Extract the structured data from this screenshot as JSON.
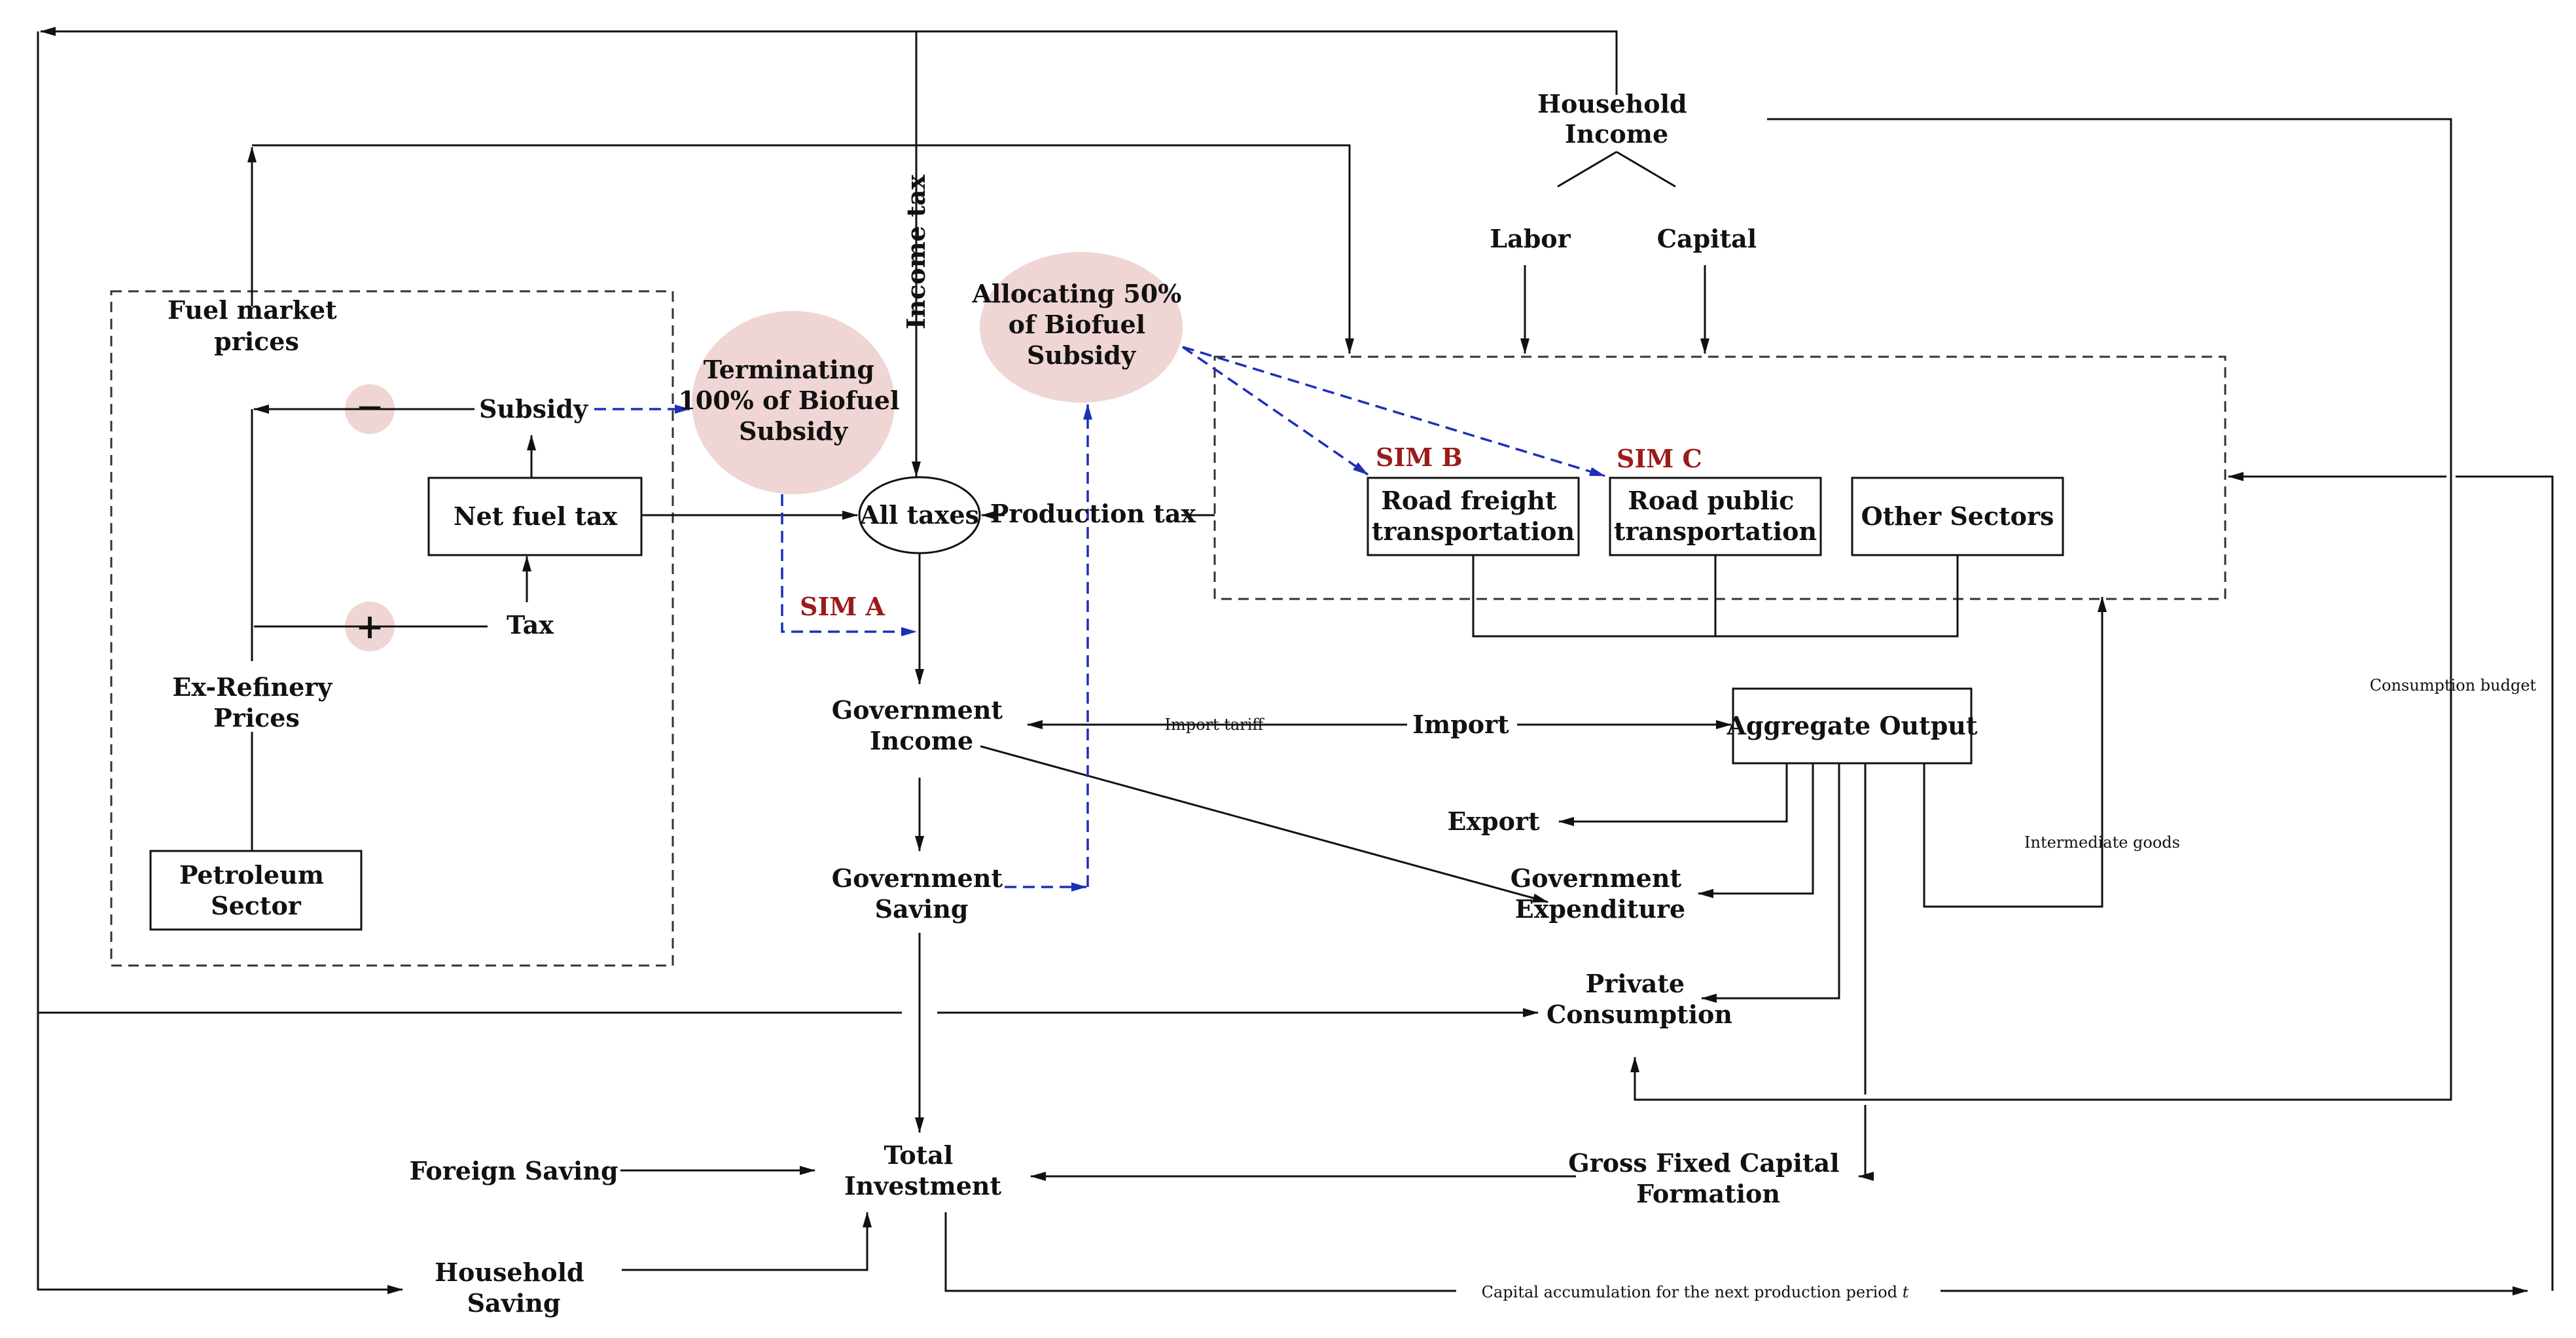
{
  "labels": {
    "household_income": [
      "Household",
      "Income"
    ],
    "labor": "Labor",
    "capital": "Capital",
    "fuel_market_prices": [
      "Fuel market",
      "prices"
    ],
    "subsidy": "Subsidy",
    "net_fuel_tax": "Net fuel tax",
    "tax": "Tax",
    "ex_refinery_prices": [
      "Ex-Refinery",
      "Prices"
    ],
    "petroleum_sector": [
      "Petroleum",
      "Sector"
    ],
    "income_tax": "Income tax",
    "terminating": [
      "Terminating",
      "100% of Biofuel",
      "Subsidy"
    ],
    "allocating": [
      "Allocating 50%",
      "of Biofuel",
      "Subsidy"
    ],
    "all_taxes": "All taxes",
    "production_tax": "Production tax",
    "sim_a": "SIM A",
    "sim_b": "SIM B",
    "sim_c": "SIM C",
    "road_freight": [
      "Road freight",
      "transportation"
    ],
    "road_public": [
      "Road public",
      "transportation"
    ],
    "other_sectors": "Other Sectors",
    "government_income": [
      "Government",
      "Income"
    ],
    "import_tariff": "Import tariff",
    "import": "Import",
    "aggregate_output": "Aggregate Output",
    "export": "Export",
    "government_expenditure": [
      "Government",
      "Expenditure"
    ],
    "government_saving": [
      "Government",
      "Saving"
    ],
    "private_consumption": [
      "Private",
      "Consumption"
    ],
    "intermediate_goods": "Intermediate goods",
    "consumption_budget": "Consumption budget",
    "total_investment": [
      "Total",
      "Investment"
    ],
    "foreign_saving": "Foreign Saving",
    "gross_fixed_capital": [
      "Gross Fixed Capital",
      "Formation"
    ],
    "household_saving": [
      "Household",
      "Saving"
    ],
    "capital_accumulation": "Capital accumulation for the next production period",
    "capital_accumulation_t": "t",
    "minus_sign": "−",
    "plus_sign": "+"
  }
}
